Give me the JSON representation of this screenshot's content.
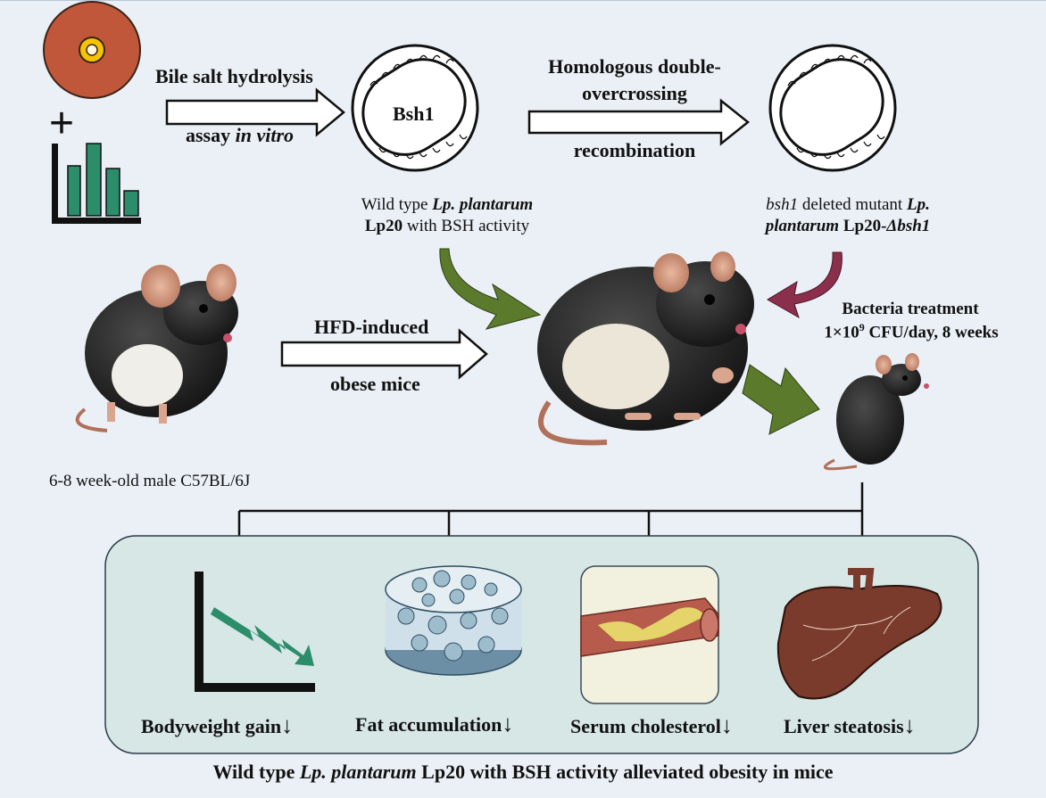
{
  "top": {
    "arrow1": {
      "line1": "Bile salt hydrolysis",
      "line2_a": "assay ",
      "line2_b": "in vitro"
    },
    "bsh_label": "Bsh1",
    "arrow2": {
      "line1": "Homologous double-",
      "line2": "overcrossing",
      "line3": "recombination"
    },
    "wt_caption": {
      "l1_a": "Wild type ",
      "l1_b": "Lp. plantarum",
      "l2_a": "Lp20",
      "l2_b": " with BSH activity"
    },
    "mutant_caption": {
      "l1_a": "bsh1",
      "l1_b": " deleted mutant ",
      "l1_c": "Lp.",
      "l2_a": "plantarum",
      "l2_b": " Lp20-",
      "l2_c": "Δbsh1"
    },
    "plus": "+"
  },
  "middle": {
    "hfd": {
      "line1": "HFD-induced",
      "line2": "obese mice"
    },
    "mouse_caption": "6-8 week-old male C57BL/6J",
    "treatment": {
      "line1": "Bacteria treatment",
      "line2_a": "1×10",
      "line2_sup": "9",
      "line2_b": " CFU/day, 8 weeks"
    }
  },
  "outcomes": [
    {
      "label": "Bodyweight gain",
      "arrow": "↓"
    },
    {
      "label": "Fat accumulation",
      "arrow": "↓"
    },
    {
      "label": "Serum cholesterol",
      "arrow": "↓"
    },
    {
      "label": "Liver steatosis",
      "arrow": "↓"
    }
  ],
  "conclusion": {
    "a": "Wild type ",
    "b": "Lp. plantarum",
    "c": " Lp20 with BSH activity alleviated obesity in mice"
  },
  "colors": {
    "green_arrow": "#5b7a2c",
    "maroon_arrow": "#8b2f4c",
    "teal_panel": "#d7e7e6",
    "bar_green": "#2b8d6a",
    "plate_brown": "#c0573a"
  }
}
